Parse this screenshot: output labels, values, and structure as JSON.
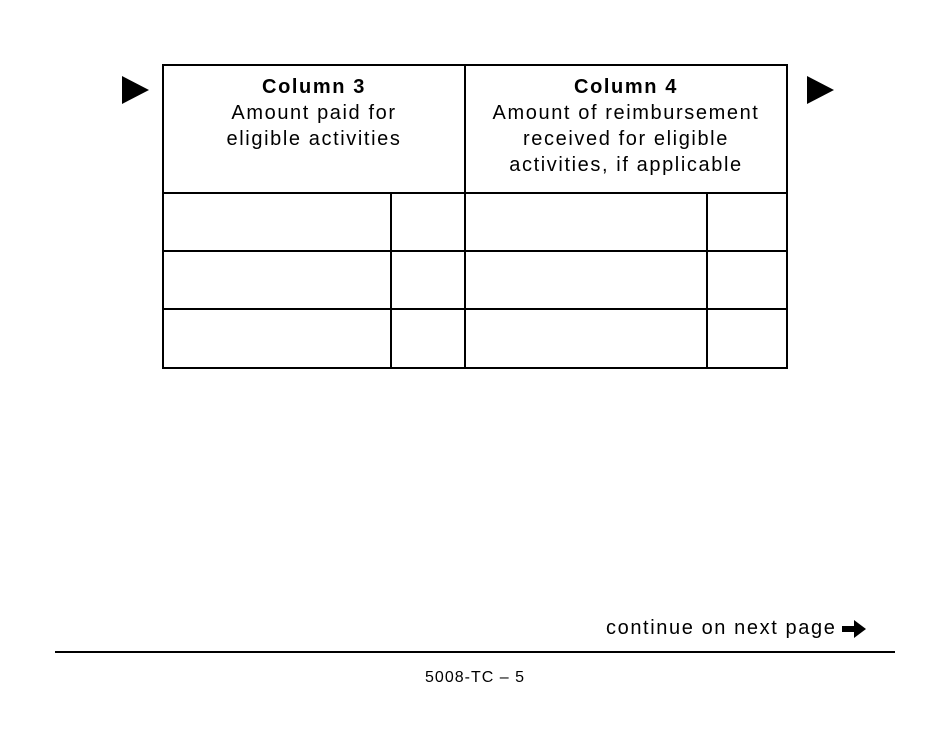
{
  "table": {
    "column3": {
      "title": "Column 3",
      "description_line1": "Amount paid for",
      "description_line2": "eligible activities"
    },
    "column4": {
      "title": "Column 4",
      "description_line1": "Amount of reimbursement",
      "description_line2": "received for eligible",
      "description_line3": "activities, if applicable"
    },
    "rows": [
      {
        "col3_dollars": "",
        "col3_cents": "",
        "col4_dollars": "",
        "col4_cents": ""
      },
      {
        "col3_dollars": "",
        "col3_cents": "",
        "col4_dollars": "",
        "col4_cents": ""
      },
      {
        "col3_dollars": "",
        "col3_cents": "",
        "col4_dollars": "",
        "col4_cents": ""
      }
    ]
  },
  "markers": {
    "left_icon": "triangle-right-icon",
    "right_icon": "triangle-right-icon"
  },
  "footer": {
    "continue_text": "continue on next page",
    "continue_icon": "arrow-right-icon",
    "page_number": "5008-TC – 5"
  }
}
